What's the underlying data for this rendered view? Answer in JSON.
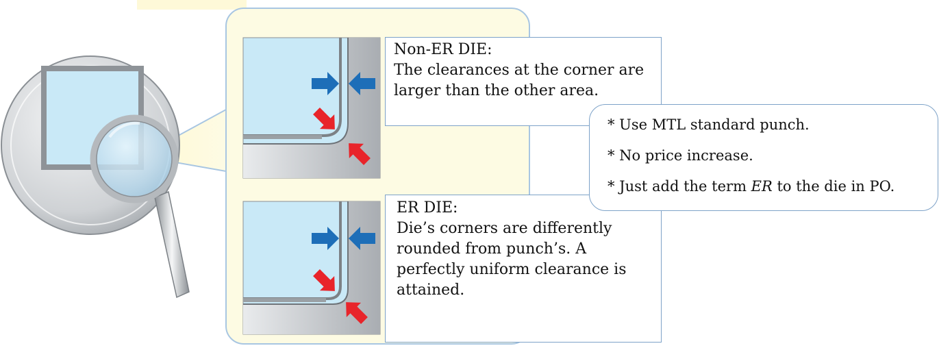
{
  "non_er": {
    "title": "Non-ER DIE:",
    "lines": [
      "The clearances at the corner are",
      "larger than the other area."
    ]
  },
  "er": {
    "title": "ER DIE:",
    "lines": [
      "Die’s corners are differently",
      "rounded from punch’s. A",
      "perfectly uniform clearance is",
      "attained."
    ]
  },
  "notes": {
    "item1": "* Use MTL standard punch.",
    "item2": "* No price increase.",
    "item3_prefix": "* Just add the term ",
    "item3_term": "ER",
    "item3_suffix": " to the die in PO."
  },
  "colors": {
    "callout_bg": "#fdfbe3",
    "panel_blue": "#c9e9f7",
    "outline": "#7da2c8",
    "arrow_blue": "#1d6eb8",
    "arrow_red": "#e8242a"
  }
}
